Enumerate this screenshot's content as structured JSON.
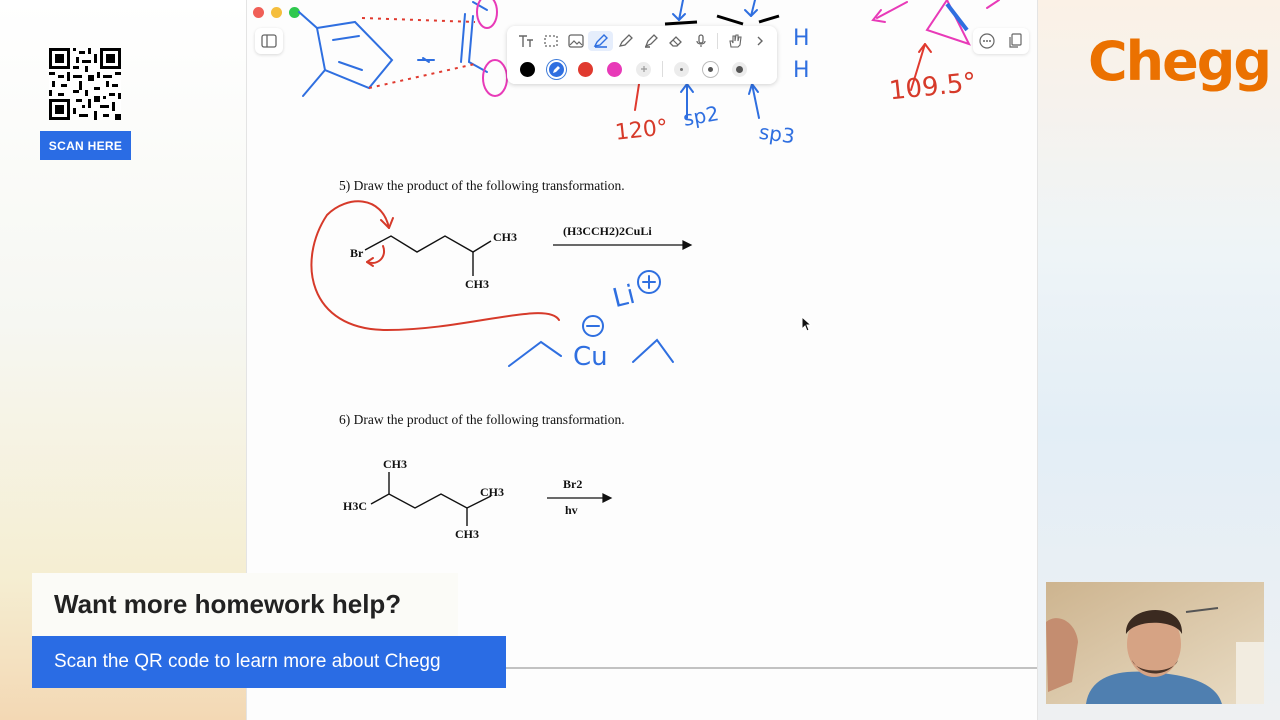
{
  "left_panel": {
    "scan_label": "SCAN HERE"
  },
  "brand": {
    "logo_text": "Chegg",
    "logo_color": "#eb7100"
  },
  "toolbar": {
    "row1_icons": [
      "text-icon",
      "lasso-icon",
      "image-icon",
      "pen-icon",
      "pencil-icon",
      "highlighter-icon",
      "eraser-icon",
      "microphone-icon",
      "hand-icon",
      "chevron-right-icon"
    ],
    "colors": [
      "#000000",
      "#2f6fe0",
      "#e03a2f",
      "#e83ab8"
    ],
    "selected_color": "#2f6fe0",
    "size_options": [
      "small",
      "medium",
      "large"
    ]
  },
  "document": {
    "question5": "5) Draw the product of the following transformation.",
    "question6": "6) Draw the product of the following transformation.",
    "q5_reagent": "(H3CCH2)2CuLi",
    "q5_labels": {
      "br": "Br",
      "ch3_top": "CH3",
      "ch3_bottom": "CH3"
    },
    "q6_reagent_top": "Br2",
    "q6_reagent_bottom": "hv",
    "q6_labels": {
      "ch3_top": "CH3",
      "h3c_left": "H3C",
      "ch3_right": "CH3",
      "ch3_bottom": "CH3"
    },
    "annotations": {
      "angle_120": "120°",
      "sp2": "sp2",
      "sp3": "sp3",
      "angle_109": "109.5°",
      "li_plus": "Li",
      "cu": "Cu",
      "h_top": "H",
      "h_bottom": "H"
    }
  },
  "promo": {
    "title": "Want more homework help?",
    "banner": "Scan the QR code to learn more about Chegg"
  }
}
